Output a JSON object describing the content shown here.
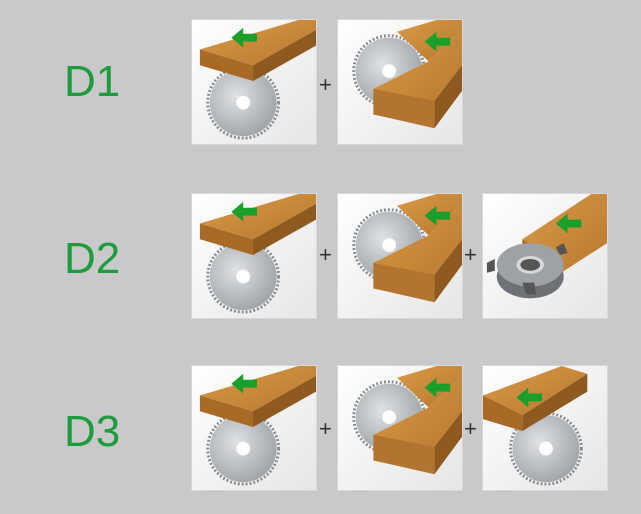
{
  "rows": [
    {
      "label": "D1",
      "operations": [
        "saw-below-board",
        "saw-groove"
      ]
    },
    {
      "label": "D2",
      "operations": [
        "saw-below-board",
        "saw-groove",
        "profile-cutter"
      ]
    },
    {
      "label": "D3",
      "operations": [
        "saw-below-board",
        "saw-groove",
        "saw-below-board-offset"
      ]
    }
  ],
  "plus_sign": "+",
  "colors": {
    "label": "#1e9b3c",
    "arrow": "#1aa02a",
    "wood": "#c98a3c",
    "saw": "#b8bcc0",
    "background": "#c9c9cb"
  }
}
